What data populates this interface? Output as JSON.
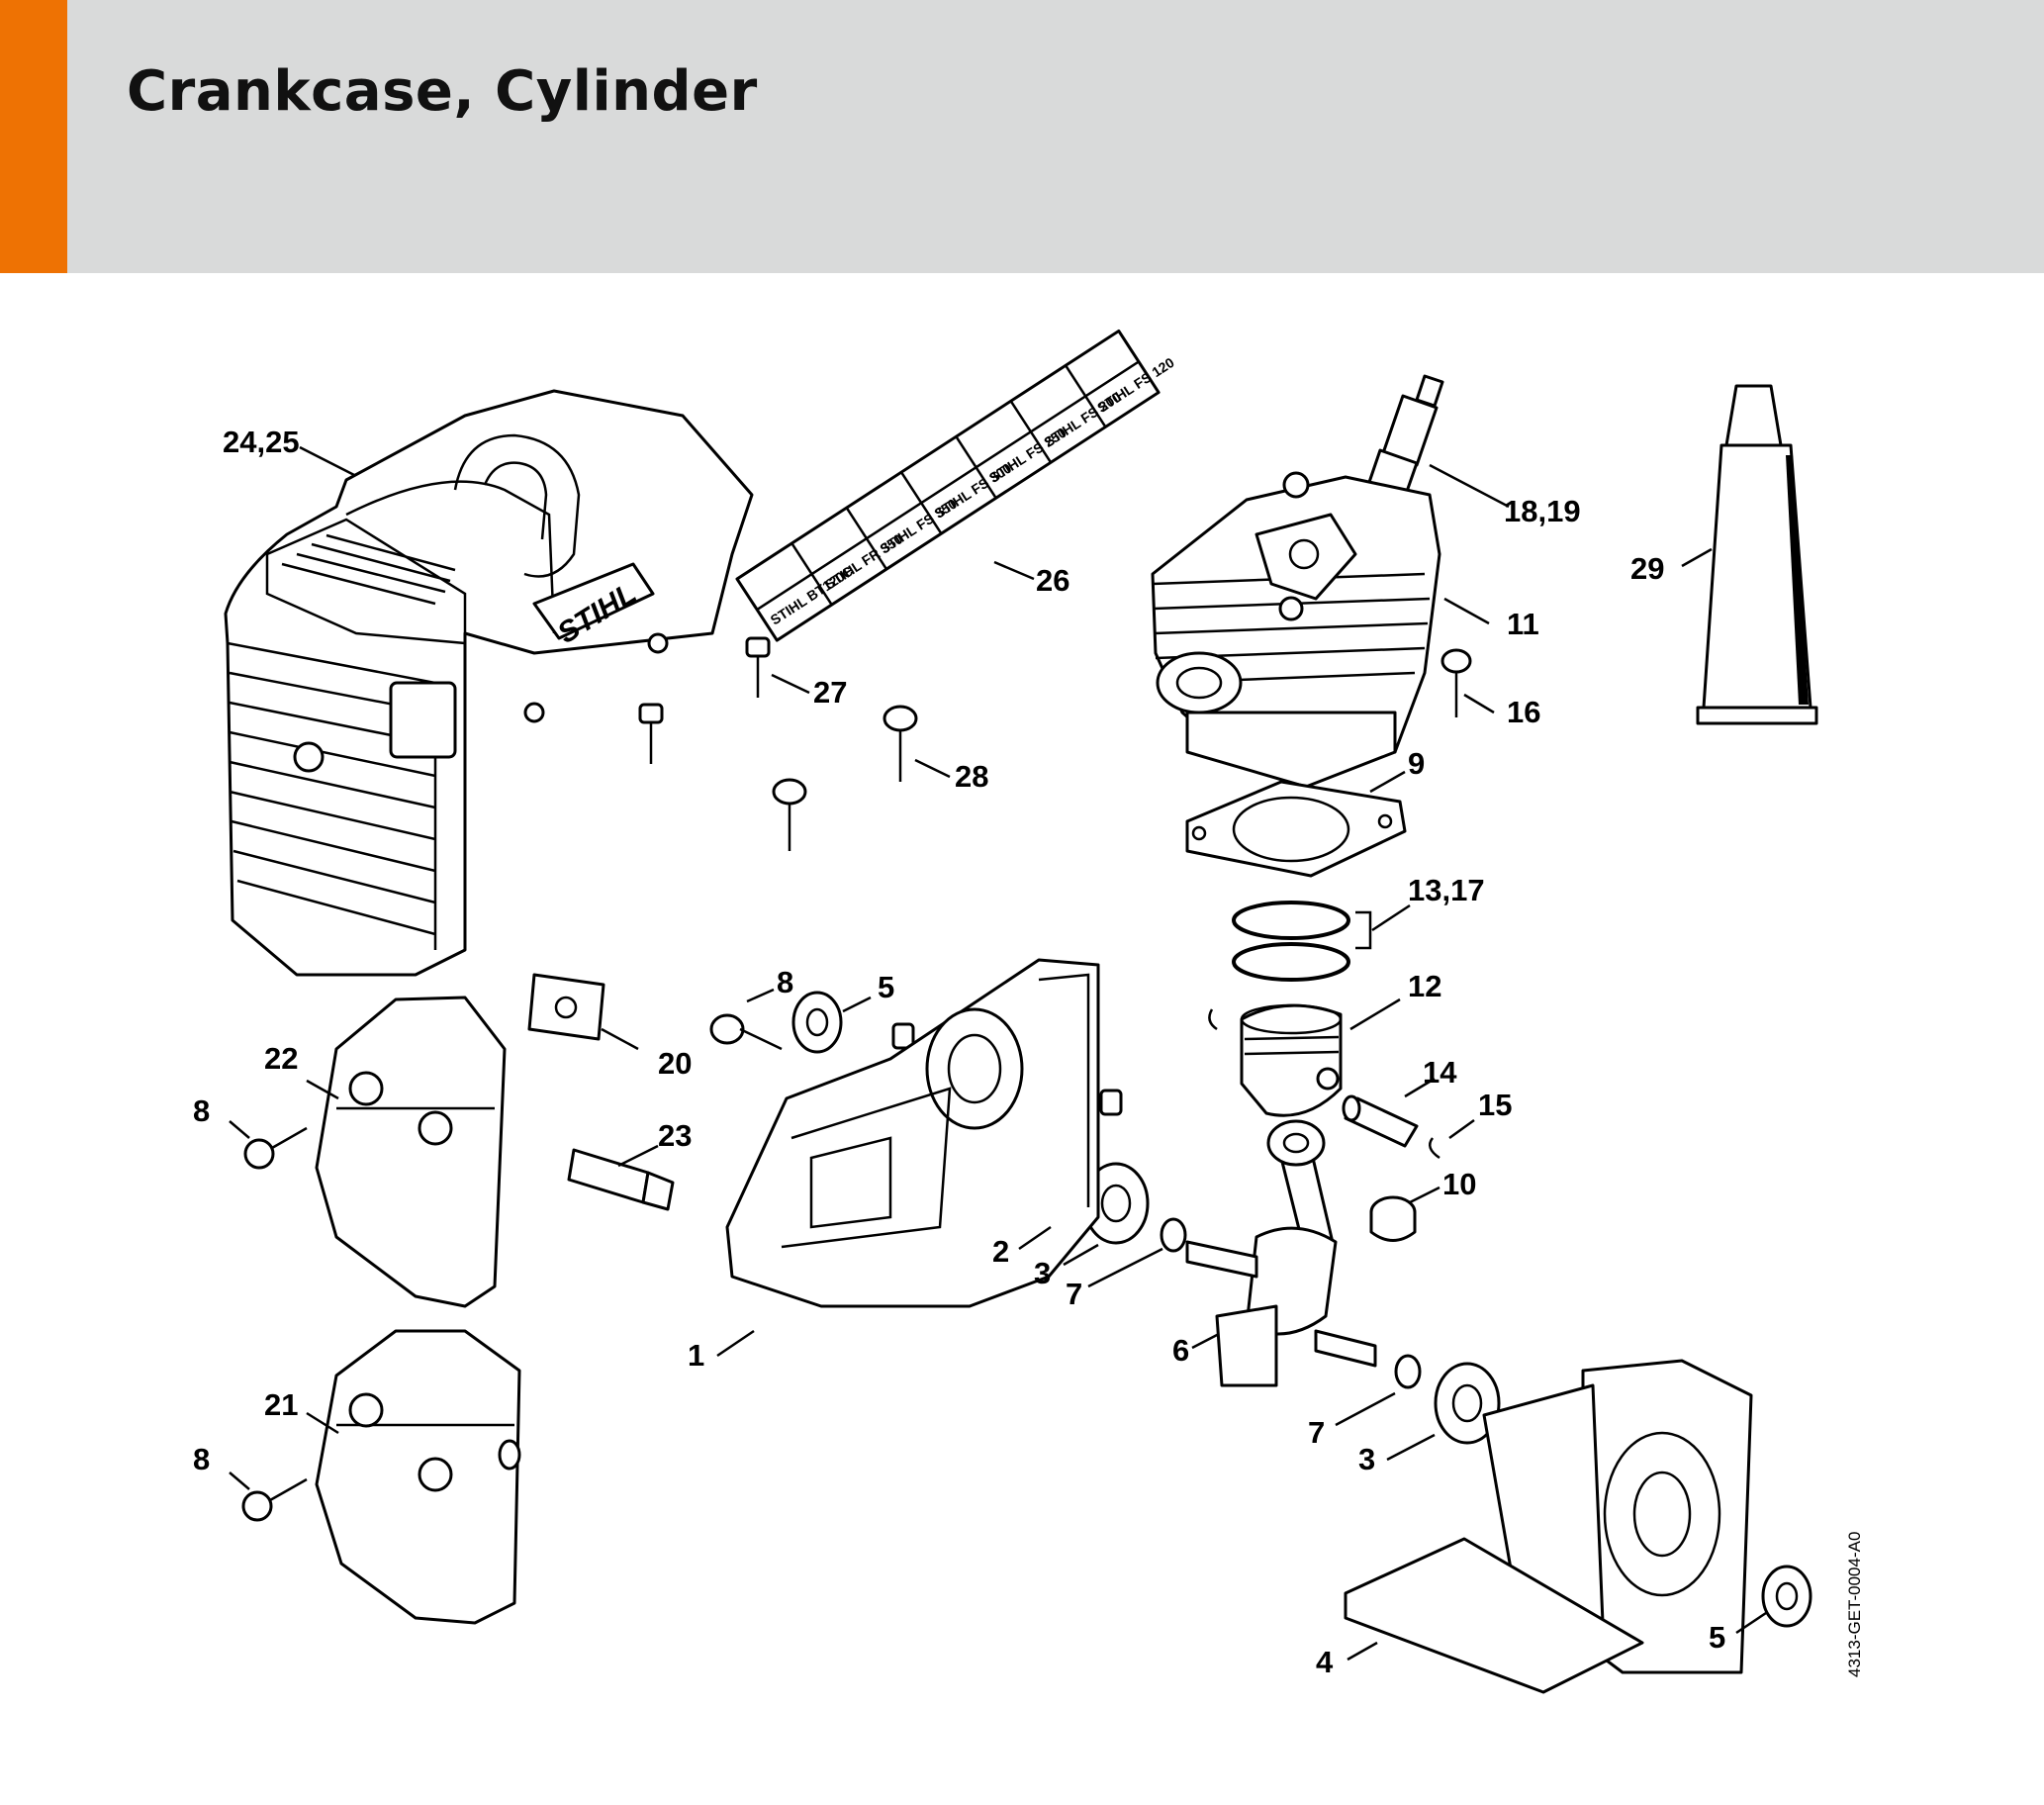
{
  "header": {
    "title": "Crankcase, Cylinder",
    "accent_color": "#ee7203",
    "band_color": "#d9dada"
  },
  "decal": {
    "labels": [
      "STIHL FS 120",
      "STIHL FS 200",
      "STIHL FS 250",
      "STIHL FS 300",
      "STIHL FS 350",
      "STIHL FR 350",
      "STIHL BT120C"
    ]
  },
  "shroud_logo": "STIHL",
  "callouts": {
    "c1": "1",
    "c2": "2",
    "c3a": "3",
    "c3b": "3",
    "c4": "4",
    "c5a": "5",
    "c5b": "5",
    "c6": "6",
    "c7a": "7",
    "c7b": "7",
    "c8a": "8",
    "c8b": "8",
    "c8c": "8",
    "c9": "9",
    "c10": "10",
    "c11": "11",
    "c12": "12",
    "c13_17": "13,17",
    "c14": "14",
    "c15": "15",
    "c16": "16",
    "c18_19": "18,19",
    "c20": "20",
    "c21": "21",
    "c22": "22",
    "c23": "23",
    "c24_25": "24,25",
    "c26": "26",
    "c27": "27",
    "c28": "28",
    "c29": "29"
  },
  "drawing_number": "4313-GET-0004-A0"
}
